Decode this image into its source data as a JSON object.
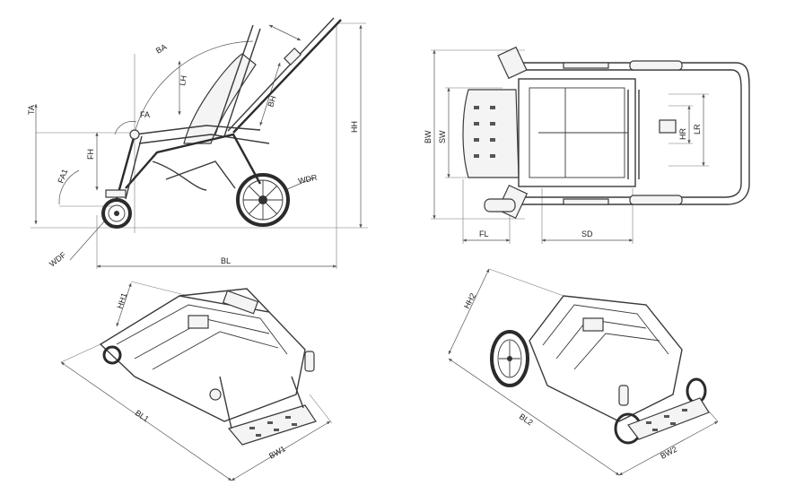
{
  "labels": {
    "side": {
      "BA": "BA",
      "LH": "LH",
      "BH": "BH",
      "TA": "TA",
      "FA": "FA",
      "FH": "FH",
      "FA1": "FA1",
      "HH": "HH",
      "WDR": "WDR",
      "WDF": "WDF",
      "BL": "BL"
    },
    "top": {
      "BW": "BW",
      "SW": "SW",
      "HR": "HR",
      "LR": "LR",
      "FL": "FL",
      "SD": "SD"
    },
    "folded_front": {
      "HH1": "HH1",
      "BL1": "BL1",
      "BW1": "BW1"
    },
    "folded_rear": {
      "HH2": "HH2",
      "BL2": "BL2",
      "BW2": "BW2"
    }
  },
  "colors": {
    "line": "#3a3a3a",
    "dimension": "#555555",
    "background": "#ffffff"
  }
}
